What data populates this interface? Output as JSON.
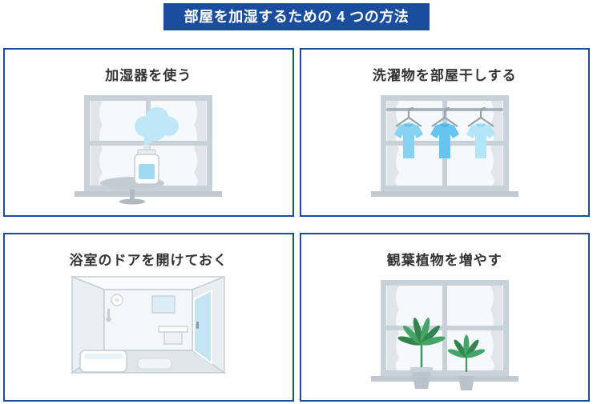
{
  "header": {
    "title": "部屋を加湿するための 4 つの方法"
  },
  "panels": [
    {
      "key": "humidifier",
      "title": "加湿器を使う",
      "illustration": "humidifier-by-window-illustration"
    },
    {
      "key": "laundry",
      "title": "洗濯物を部屋干しする",
      "illustration": "laundry-hanging-indoors-illustration"
    },
    {
      "key": "bathroom",
      "title": "浴室のドアを開けておく",
      "illustration": "bathroom-open-door-illustration"
    },
    {
      "key": "plants",
      "title": "観葉植物を増やす",
      "illustration": "houseplants-by-window-illustration"
    }
  ],
  "colors": {
    "accent_navy": "#1a4d9e",
    "illustration_gray": "#c9d1d8",
    "curtain_gray": "#dfe5ea",
    "mist_blue": "#bfe7f8",
    "shirt_blue": "#7ccef2",
    "plant_green": "#44a567",
    "title_text": "#333333"
  }
}
